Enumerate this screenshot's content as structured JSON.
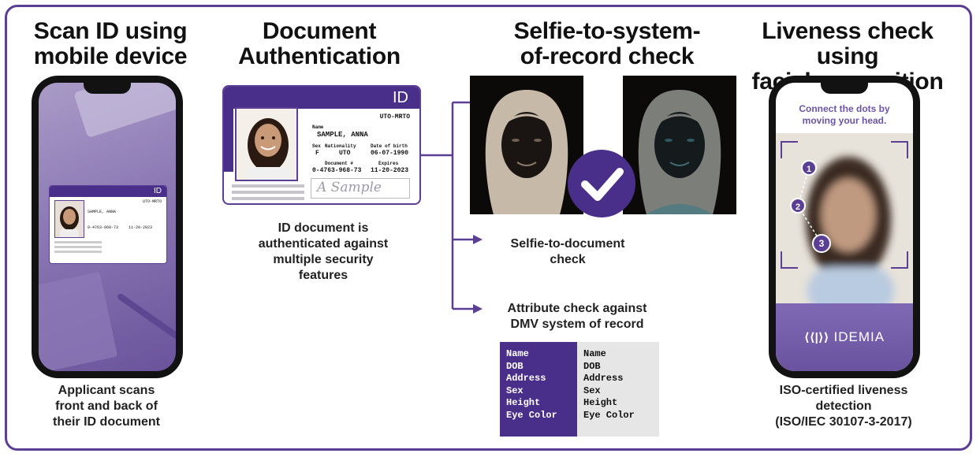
{
  "headings": {
    "scan": [
      "Scan ID using",
      "mobile device"
    ],
    "auth": [
      "Document",
      "Authentication"
    ],
    "selfie": [
      "Selfie-to-system-",
      "of-record check"
    ],
    "liveness": [
      "Liveness check using",
      "facial recognition"
    ]
  },
  "captions": {
    "scan": [
      "Applicant scans",
      "front and back of",
      "their ID document"
    ],
    "auth": [
      "ID document is",
      "authenticated against",
      "multiple security",
      "features"
    ],
    "selfie_doc": [
      "Selfie-to-document",
      "check"
    ],
    "attribute": [
      "Attribute check against",
      "DMV system of record"
    ],
    "liveness": [
      "ISO-certified liveness",
      "detection",
      "(ISO/IEC 30107-3-2017)"
    ]
  },
  "id_card": {
    "label": "ID",
    "code": "UTO-MRTO",
    "name_label": "Name",
    "name": "SAMPLE, ANNA",
    "sex_label": "Sex",
    "sex": "F",
    "nationality_label": "Nationality",
    "nationality": "UTO",
    "dob_label": "Date of birth",
    "dob": "06-07-1990",
    "docnum_label": "Document #",
    "docnum": "0-4763-968-73",
    "expires_label": "Expires",
    "expires": "11-20-2023",
    "signature": "A Sample"
  },
  "liveness_phone": {
    "instruction": [
      "Connect the dots by",
      "moving your head."
    ],
    "dots": [
      "1",
      "2",
      "3"
    ],
    "brand": "IDEMIA",
    "brand_glyph": "⟨⟨|⟩⟩"
  },
  "attribute_table": {
    "left": [
      "Name",
      "DOB",
      "Address",
      "Sex",
      "Height",
      "Eye Color"
    ],
    "right": [
      "Name",
      "DOB",
      "Address",
      "Sex",
      "Height",
      "Eye Color"
    ]
  },
  "colors": {
    "brand_purple": "#5b3f95",
    "dark_purple": "#4a2f8a",
    "table_gray": "#e6e6e6"
  }
}
